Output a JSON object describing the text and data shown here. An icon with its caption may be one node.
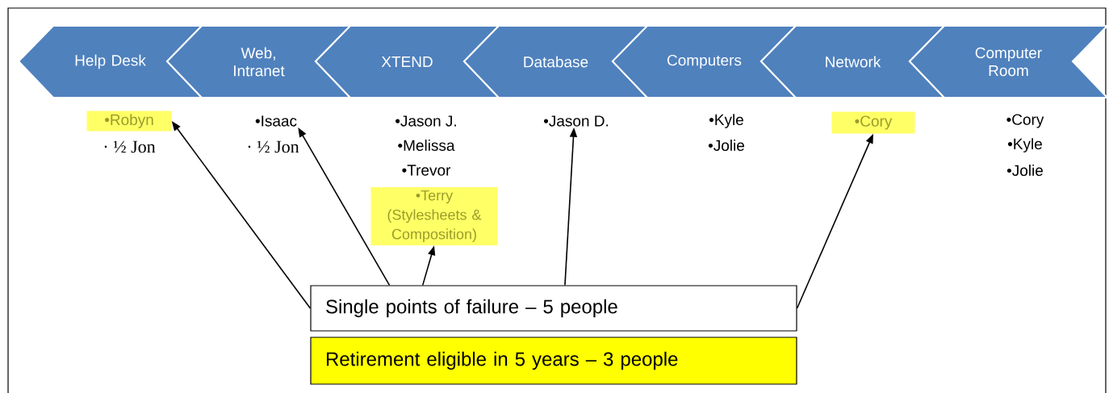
{
  "diagram": {
    "nodes": [
      {
        "text": [
          "Help Desk"
        ]
      },
      {
        "text": [
          "Web, Intranet"
        ]
      },
      {
        "text": [
          "XTEND"
        ]
      },
      {
        "text": [
          "Database"
        ]
      },
      {
        "text": [
          "Computers"
        ]
      },
      {
        "text": [
          "Network"
        ]
      },
      {
        "text": [
          "Computer Room"
        ]
      },
      {
        "text": [
          "•Robyn"
        ]
      },
      {
        "text": [
          "•Isaac"
        ]
      },
      {
        "text": [
          "•Terry (Stylesheets & Composition)"
        ]
      },
      {
        "text": [
          "•Jason D."
        ]
      },
      {
        "text": [
          "•Cory"
        ]
      },
      {
        "text": [
          "Single points of failure – 5 people"
        ]
      },
      {
        "text": [
          "Retirement eligible in 5 years – 3 people"
        ]
      }
    ],
    "edges": [
      {
        "from": 12,
        "to": 7,
        "arrow": "to"
      },
      {
        "from": 12,
        "to": 8,
        "arrow": "to"
      },
      {
        "from": 12,
        "to": 9,
        "arrow": "to"
      },
      {
        "from": 12,
        "to": 10,
        "arrow": "to"
      },
      {
        "from": 12,
        "to": 11,
        "arrow": "to"
      }
    ],
    "labels": [
      "· ½ Jon",
      "· ½ Jon",
      "•Jason J.",
      "•Melissa",
      "•Trevor",
      "•Kyle",
      "•Jolie",
      "•Cory",
      "•Kyle",
      "•Jolie"
    ]
  }
}
